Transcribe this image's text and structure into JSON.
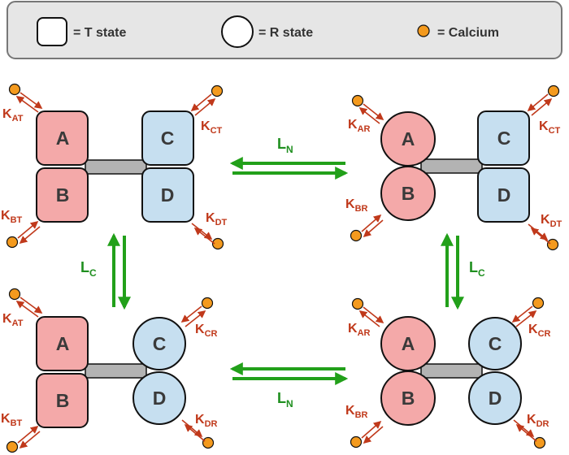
{
  "legend": {
    "t_state": "= T state",
    "r_state": "= R state",
    "calcium": "= Calcium"
  },
  "colors": {
    "pink_fill": "#f4a9a9",
    "blue_fill": "#c6dff0",
    "calcium": "#f49a1e",
    "k_red": "#c0391b",
    "arrow_green": "#22a01a",
    "linker": "#b3b3b3",
    "legend_bg": "#e6e6e6"
  },
  "subunits": {
    "a": "A",
    "b": "B",
    "c": "C",
    "d": "D"
  },
  "k": {
    "main": "K",
    "at": "AT",
    "bt": "BT",
    "ct": "CT",
    "dt": "DT",
    "ar": "AR",
    "br": "BR",
    "cr": "CR",
    "dr": "DR"
  },
  "transitions": {
    "main": "L",
    "n": "N",
    "c": "C"
  }
}
